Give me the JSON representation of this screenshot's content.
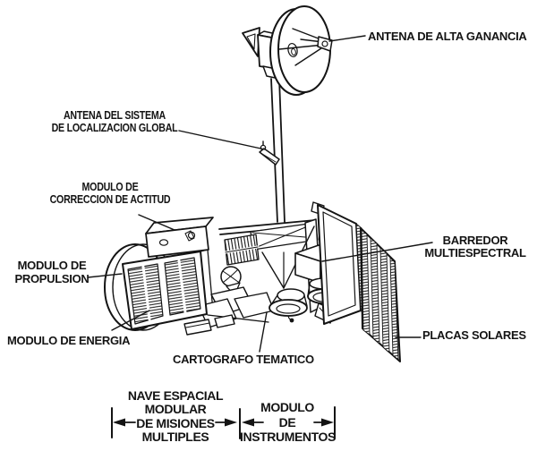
{
  "diagram": {
    "subject": "satellite-technical-line-drawing",
    "labels": {
      "high_gain_antenna": "ANTENA DE ALTA GANANCIA",
      "gps_antenna": {
        "l1": "ANTENA DEL SISTEMA",
        "l2": "DE LOCALIZACION GLOBAL"
      },
      "attitude_module": {
        "l1": "MODULO DE",
        "l2": "CORRECCION DE ACTITUD"
      },
      "propulsion_module": {
        "l1": "MODULO DE",
        "l2": "PROPULSION"
      },
      "power_module": "MODULO DE ENERGIA",
      "multispectral_scanner": {
        "l1": "BARREDOR",
        "l2": "MULTIESPECTRAL"
      },
      "solar_panels": "PLACAS SOLARES",
      "thematic_mapper": "CARTOGRAFO TEMATICO"
    },
    "dimension_left": {
      "l1": "NAVE ESPACIAL",
      "l2": "MODULAR",
      "l3": "DE MISIONES",
      "l4": "MULTIPLES"
    },
    "dimension_right": {
      "l1": "MODULO",
      "l2": "DE",
      "l3": "INSTRUMENTOS"
    },
    "colors": {
      "ink": "#141414",
      "paper": "#ffffff"
    }
  }
}
